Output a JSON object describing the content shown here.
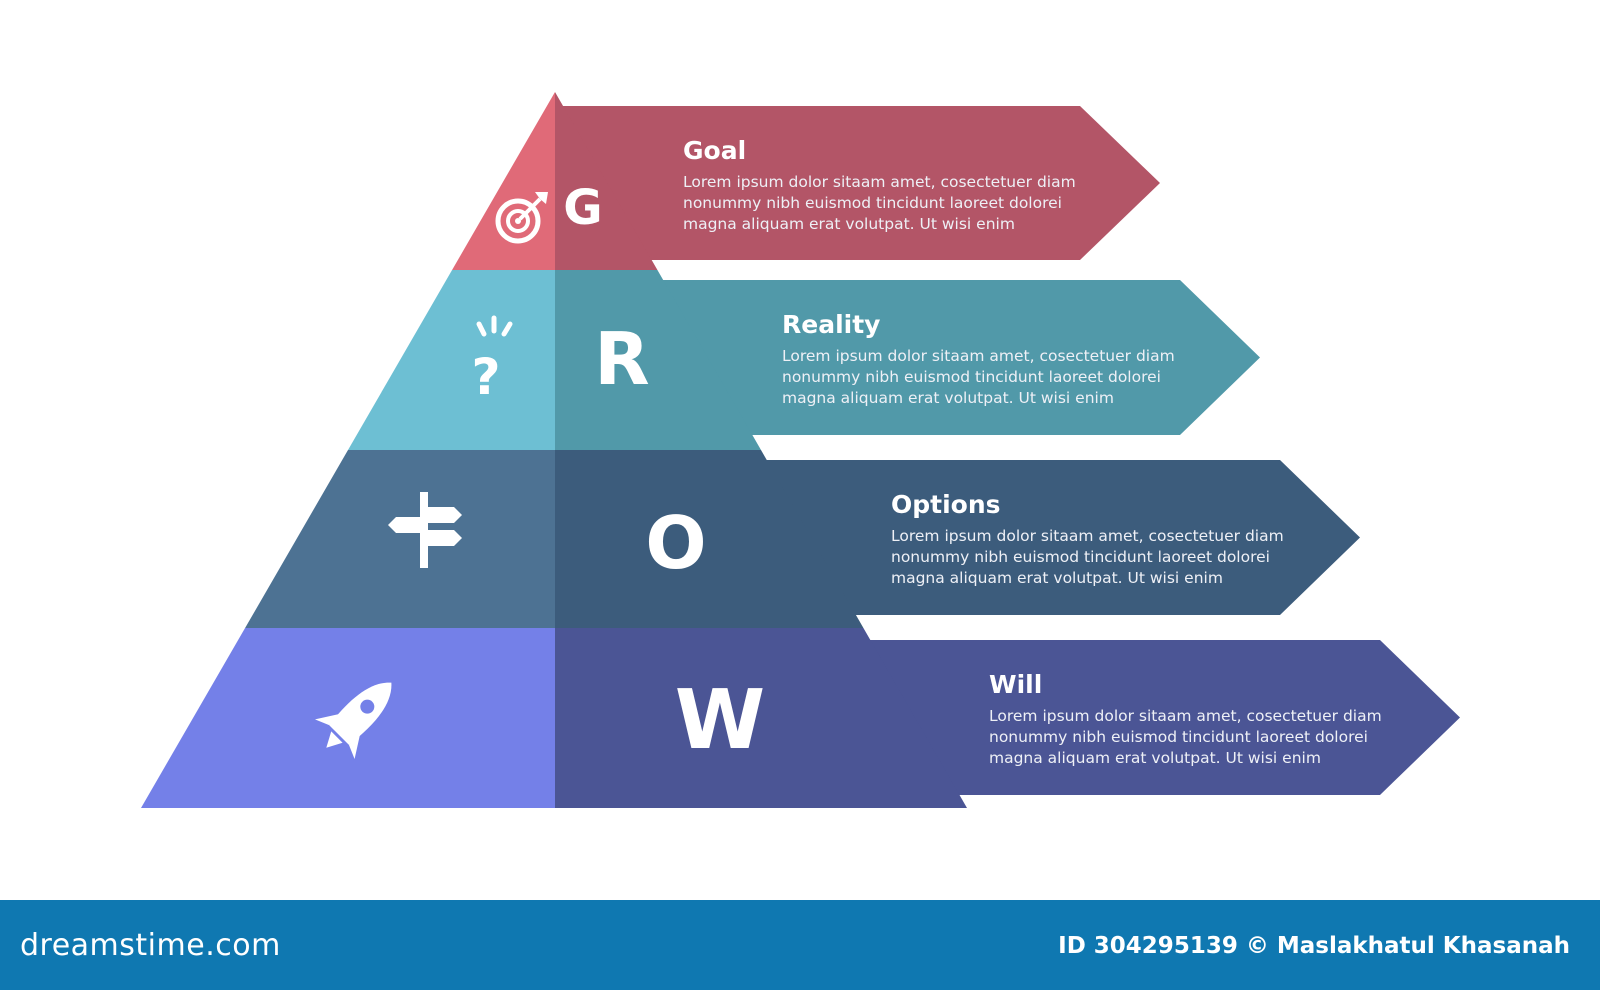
{
  "colors": {
    "goal": "#b35567",
    "goal_light": "#e06a78",
    "reality": "#5199a9",
    "reality_light": "#6dbfd3",
    "options": "#3c5c7c",
    "options_light": "#4d7293",
    "will": "#4b5595",
    "will_light": "#7480e8",
    "footer": "#0f78b1"
  },
  "stages": [
    {
      "letter": "G",
      "title": "Goal",
      "icon": "target-icon",
      "lines": [
        "Lorem ipsum dolor sitaam amet, cosectetuer diam",
        "nonummy  nibh euismod tincidunt laoreet dolorei",
        "magna aliquam erat volutpat. Ut wisi enim"
      ]
    },
    {
      "letter": "R",
      "title": "Reality",
      "icon": "question-icon",
      "lines": [
        "Lorem ipsum dolor sitaam amet, cosectetuer diam",
        "nonummy  nibh euismod tincidunt laoreet dolorei",
        "magna aliquam erat volutpat. Ut wisi enim"
      ]
    },
    {
      "letter": "O",
      "title": "Options",
      "icon": "signpost-icon",
      "lines": [
        "Lorem ipsum dolor sitaam amet, cosectetuer diam",
        "nonummy  nibh euismod tincidunt laoreet dolorei",
        "magna aliquam erat volutpat. Ut wisi enim"
      ]
    },
    {
      "letter": "W",
      "title": "Will",
      "icon": "rocket-icon",
      "lines": [
        "Lorem ipsum dolor sitaam amet, cosectetuer diam",
        "nonummy  nibh euismod tincidunt laoreet dolorei",
        "magna aliquam erat volutpat. Ut wisi enim"
      ]
    }
  ],
  "footer": {
    "logo": "dreamstime.com",
    "credit": "ID 304295139 © Maslakhatul Khasanah"
  }
}
